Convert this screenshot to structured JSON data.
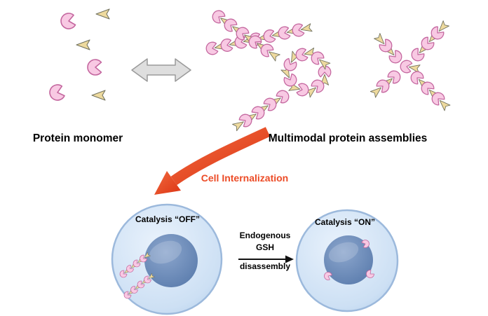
{
  "labels": {
    "protein_monomer": "Protein monomer",
    "multimodal_assemblies": "Multimodal protein assemblies",
    "cell_internalization": "Cell Internalization",
    "catalysis_off": "Catalysis “OFF”",
    "catalysis_on": "Catalysis “ON”",
    "gsh_line1": "Endogenous",
    "gsh_line2": "GSH",
    "gsh_line3": "disassembly"
  },
  "icons": {
    "protein-pacman-icon": "pink pac-man shaped protein (circle with wedge mouth)",
    "substrate-dart-icon": "tan arrow/dart ligand",
    "equilibrium-arrow-icon": "gray double-headed arrow ⇔",
    "internalization-arrow-icon": "thick curved red arrow pointing down-left",
    "gsh-arrow-icon": "black right arrow → between cells",
    "cell-icon": "light blue cell with dark blue nucleus"
  },
  "colors": {
    "protein_fill": "#f8c9e3",
    "protein_stroke": "#c4679f",
    "dart_fill": "#eeda9e",
    "dart_stroke": "#73735f",
    "equilibrium_fill": "#dedede",
    "equilibrium_stroke": "#9a9a9a",
    "internalization_arrow": "#ec4b26",
    "cell_fill": "#cde0f4",
    "cell_stroke": "#9cb9dc",
    "nucleus_fill": "#5f7fae",
    "label_text": "#000000"
  }
}
